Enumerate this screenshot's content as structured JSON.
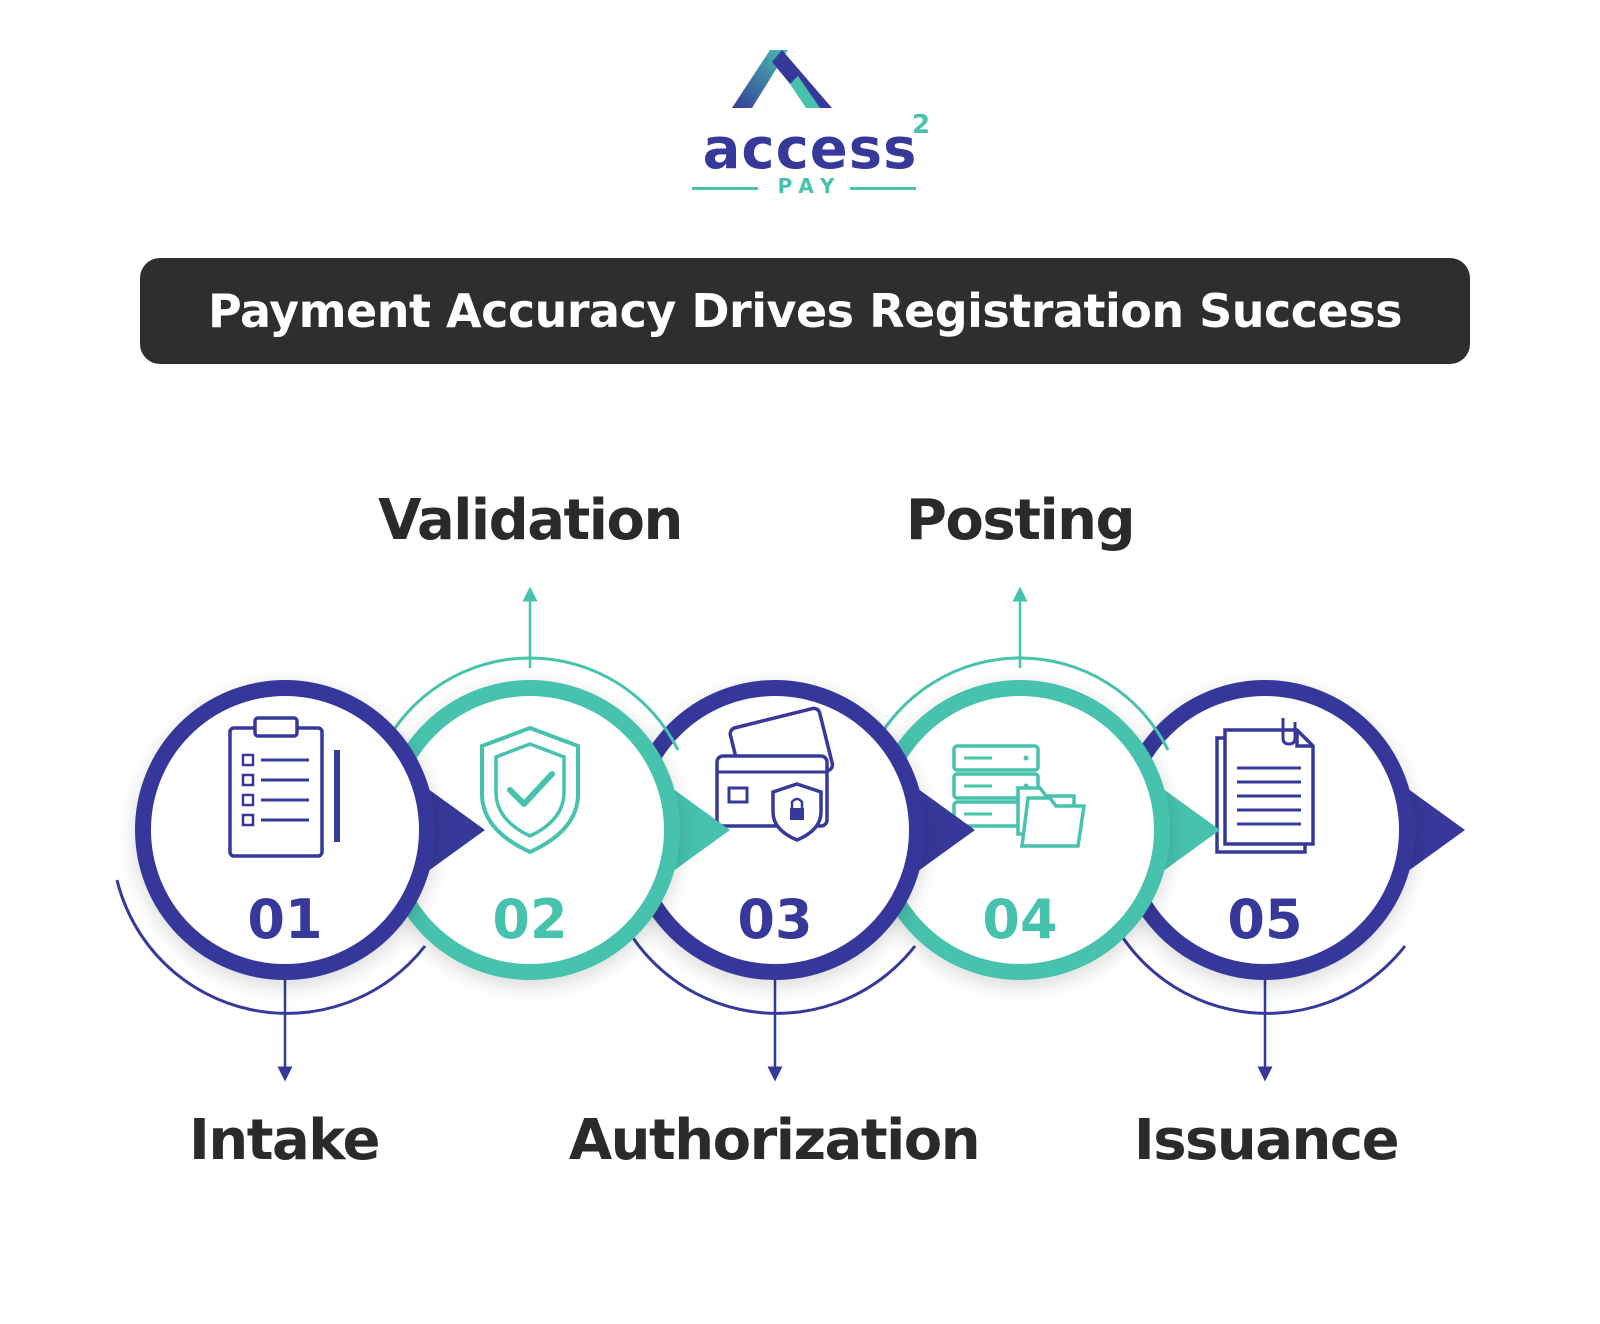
{
  "logo": {
    "name": "access",
    "superscript": "2",
    "tagline": "PAY"
  },
  "banner": {
    "title": "Payment Accuracy Drives Registration Success"
  },
  "colors": {
    "navy": "#36399a",
    "teal": "#46c2ad",
    "dark": "#2e2e2e",
    "text": "#2a2a2a"
  },
  "steps": [
    {
      "number": "01",
      "label": "Intake",
      "icon": "clipboard-checklist-icon",
      "color": "#36399a",
      "label_position": "bottom"
    },
    {
      "number": "02",
      "label": "Validation",
      "icon": "shield-check-icon",
      "color": "#46c2ad",
      "label_position": "top"
    },
    {
      "number": "03",
      "label": "Authorization",
      "icon": "credit-card-lock-icon",
      "color": "#36399a",
      "label_position": "bottom"
    },
    {
      "number": "04",
      "label": "Posting",
      "icon": "server-folder-icon",
      "color": "#46c2ad",
      "label_position": "top"
    },
    {
      "number": "05",
      "label": "Issuance",
      "icon": "document-icon",
      "color": "#36399a",
      "label_position": "bottom"
    }
  ]
}
